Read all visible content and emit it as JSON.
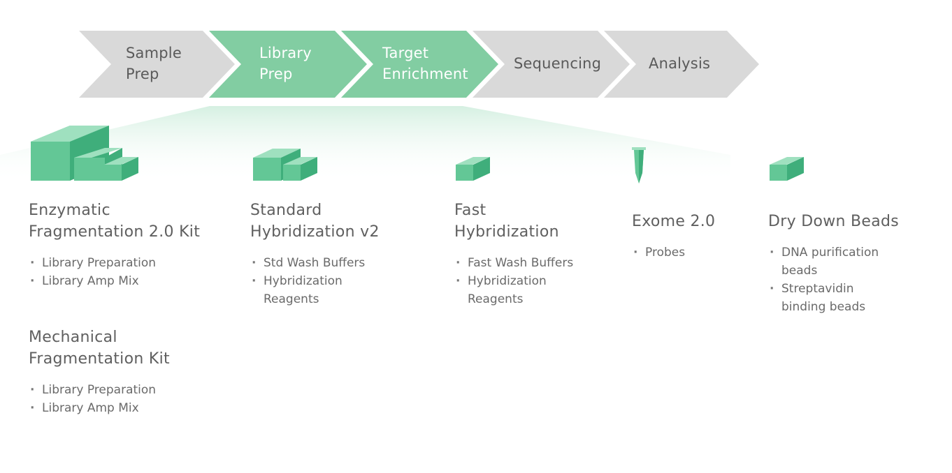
{
  "workflow": {
    "steps": [
      {
        "label": "Sample\nPrep",
        "active": false
      },
      {
        "label": "Library\nPrep",
        "active": true
      },
      {
        "label": "Target\nEnrichment",
        "active": true
      },
      {
        "label": "Sequencing",
        "active": false
      },
      {
        "label": "Analysis",
        "active": false
      }
    ]
  },
  "colors": {
    "inactive_step": "#d9d9d9",
    "active_step": "#82cda2",
    "cube_front": "#63c796",
    "cube_top": "#9fe0bf",
    "cube_side": "#3fae7b",
    "glow": "#e4f5ec"
  },
  "products": {
    "enzymatic": {
      "title": "Enzymatic\nFragmentation 2.0 Kit",
      "items": [
        "Library Preparation",
        "Library Amp Mix"
      ],
      "icon": "three-cubes-icon"
    },
    "mechanical": {
      "title": "Mechanical\nFragmentation Kit",
      "items": [
        "Library Preparation",
        "Library Amp Mix"
      ]
    },
    "standard_hyb": {
      "title": "Standard\nHybridization v2",
      "items": [
        "Std Wash Buffers",
        "Hybridization\nReagents"
      ],
      "icon": "two-cubes-icon"
    },
    "fast_hyb": {
      "title": "Fast\nHybridization",
      "items": [
        "Fast Wash Buffers",
        "Hybridization\nReagents"
      ],
      "icon": "single-cube-icon"
    },
    "exome": {
      "title": "Exome 2.0",
      "items": [
        "Probes"
      ],
      "icon": "probe-tube-icon"
    },
    "beads": {
      "title": "Dry Down Beads",
      "items": [
        "DNA purification\nbeads",
        "Streptavidin\nbinding beads"
      ],
      "icon": "single-cube-icon"
    }
  }
}
